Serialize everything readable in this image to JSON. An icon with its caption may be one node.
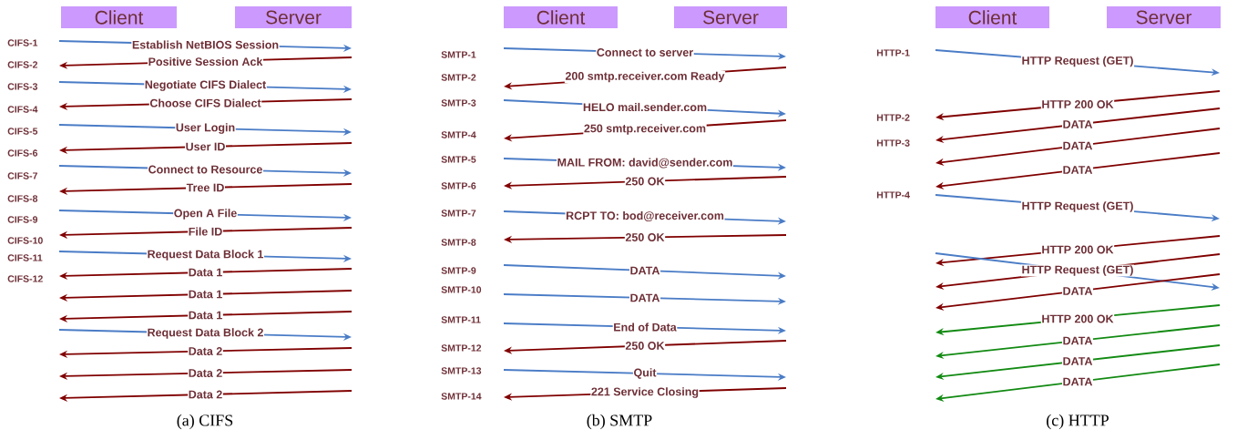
{
  "diagram": {
    "nodes": [
      {
        "text": [
          "Client"
        ]
      },
      {
        "text": [
          "Server"
        ]
      },
      {
        "text": [
          "Client"
        ]
      },
      {
        "text": [
          "Server"
        ]
      },
      {
        "text": [
          "Client"
        ]
      },
      {
        "text": [
          "Server"
        ]
      }
    ],
    "labels": [
      "CIFS-1",
      "Establish NetBIOS Session",
      "CIFS-2",
      "Positive Session Ack",
      "CIFS-3",
      "Negotiate CIFS Dialect",
      "CIFS-4",
      "Choose CIFS Dialect",
      "CIFS-5",
      "User Login",
      "CIFS-6",
      "User ID",
      "CIFS-7",
      "Connect to Resource",
      "CIFS-8",
      "Tree ID",
      "CIFS-9",
      "Open A File",
      "CIFS-10",
      "File ID",
      "CIFS-11",
      "Request Data Block 1",
      "CIFS-12",
      "Data 1",
      "Data 1",
      "Data 1",
      "Request Data Block 2",
      "Data 2",
      "Data 2",
      "Data 2",
      "(a) CIFS",
      "SMTP-1",
      "Connect to server",
      "SMTP-2",
      "200 smtp.receiver.com Ready",
      "SMTP-3",
      "HELO mail.sender.com",
      "SMTP-4",
      "250 smtp.receiver.com",
      "SMTP-5",
      "MAIL FROM: david@sender.com",
      "SMTP-6",
      "250 OK",
      "SMTP-7",
      "RCPT TO: bod@receiver.com",
      "SMTP-8",
      "250 OK",
      "SMTP-9",
      "DATA",
      "SMTP-10",
      "DATA",
      "SMTP-11",
      "End of Data",
      "SMTP-12",
      "250 OK",
      "SMTP-13",
      "Quit",
      "SMTP-14",
      "221 Service Closing",
      "(b) SMTP",
      "HTTP-1",
      "HTTP Request (GET)",
      "HTTP-2",
      "HTTP 200 OK",
      "HTTP-3",
      "DATA",
      "DATA",
      "DATA",
      "HTTP-4",
      "HTTP Request (GET)",
      "HTTP 200 OK",
      "HTTP Request (GET)",
      "DATA",
      "HTTP 200 OK",
      "DATA",
      "DATA",
      "DATA",
      "(c) HTTP"
    ]
  }
}
